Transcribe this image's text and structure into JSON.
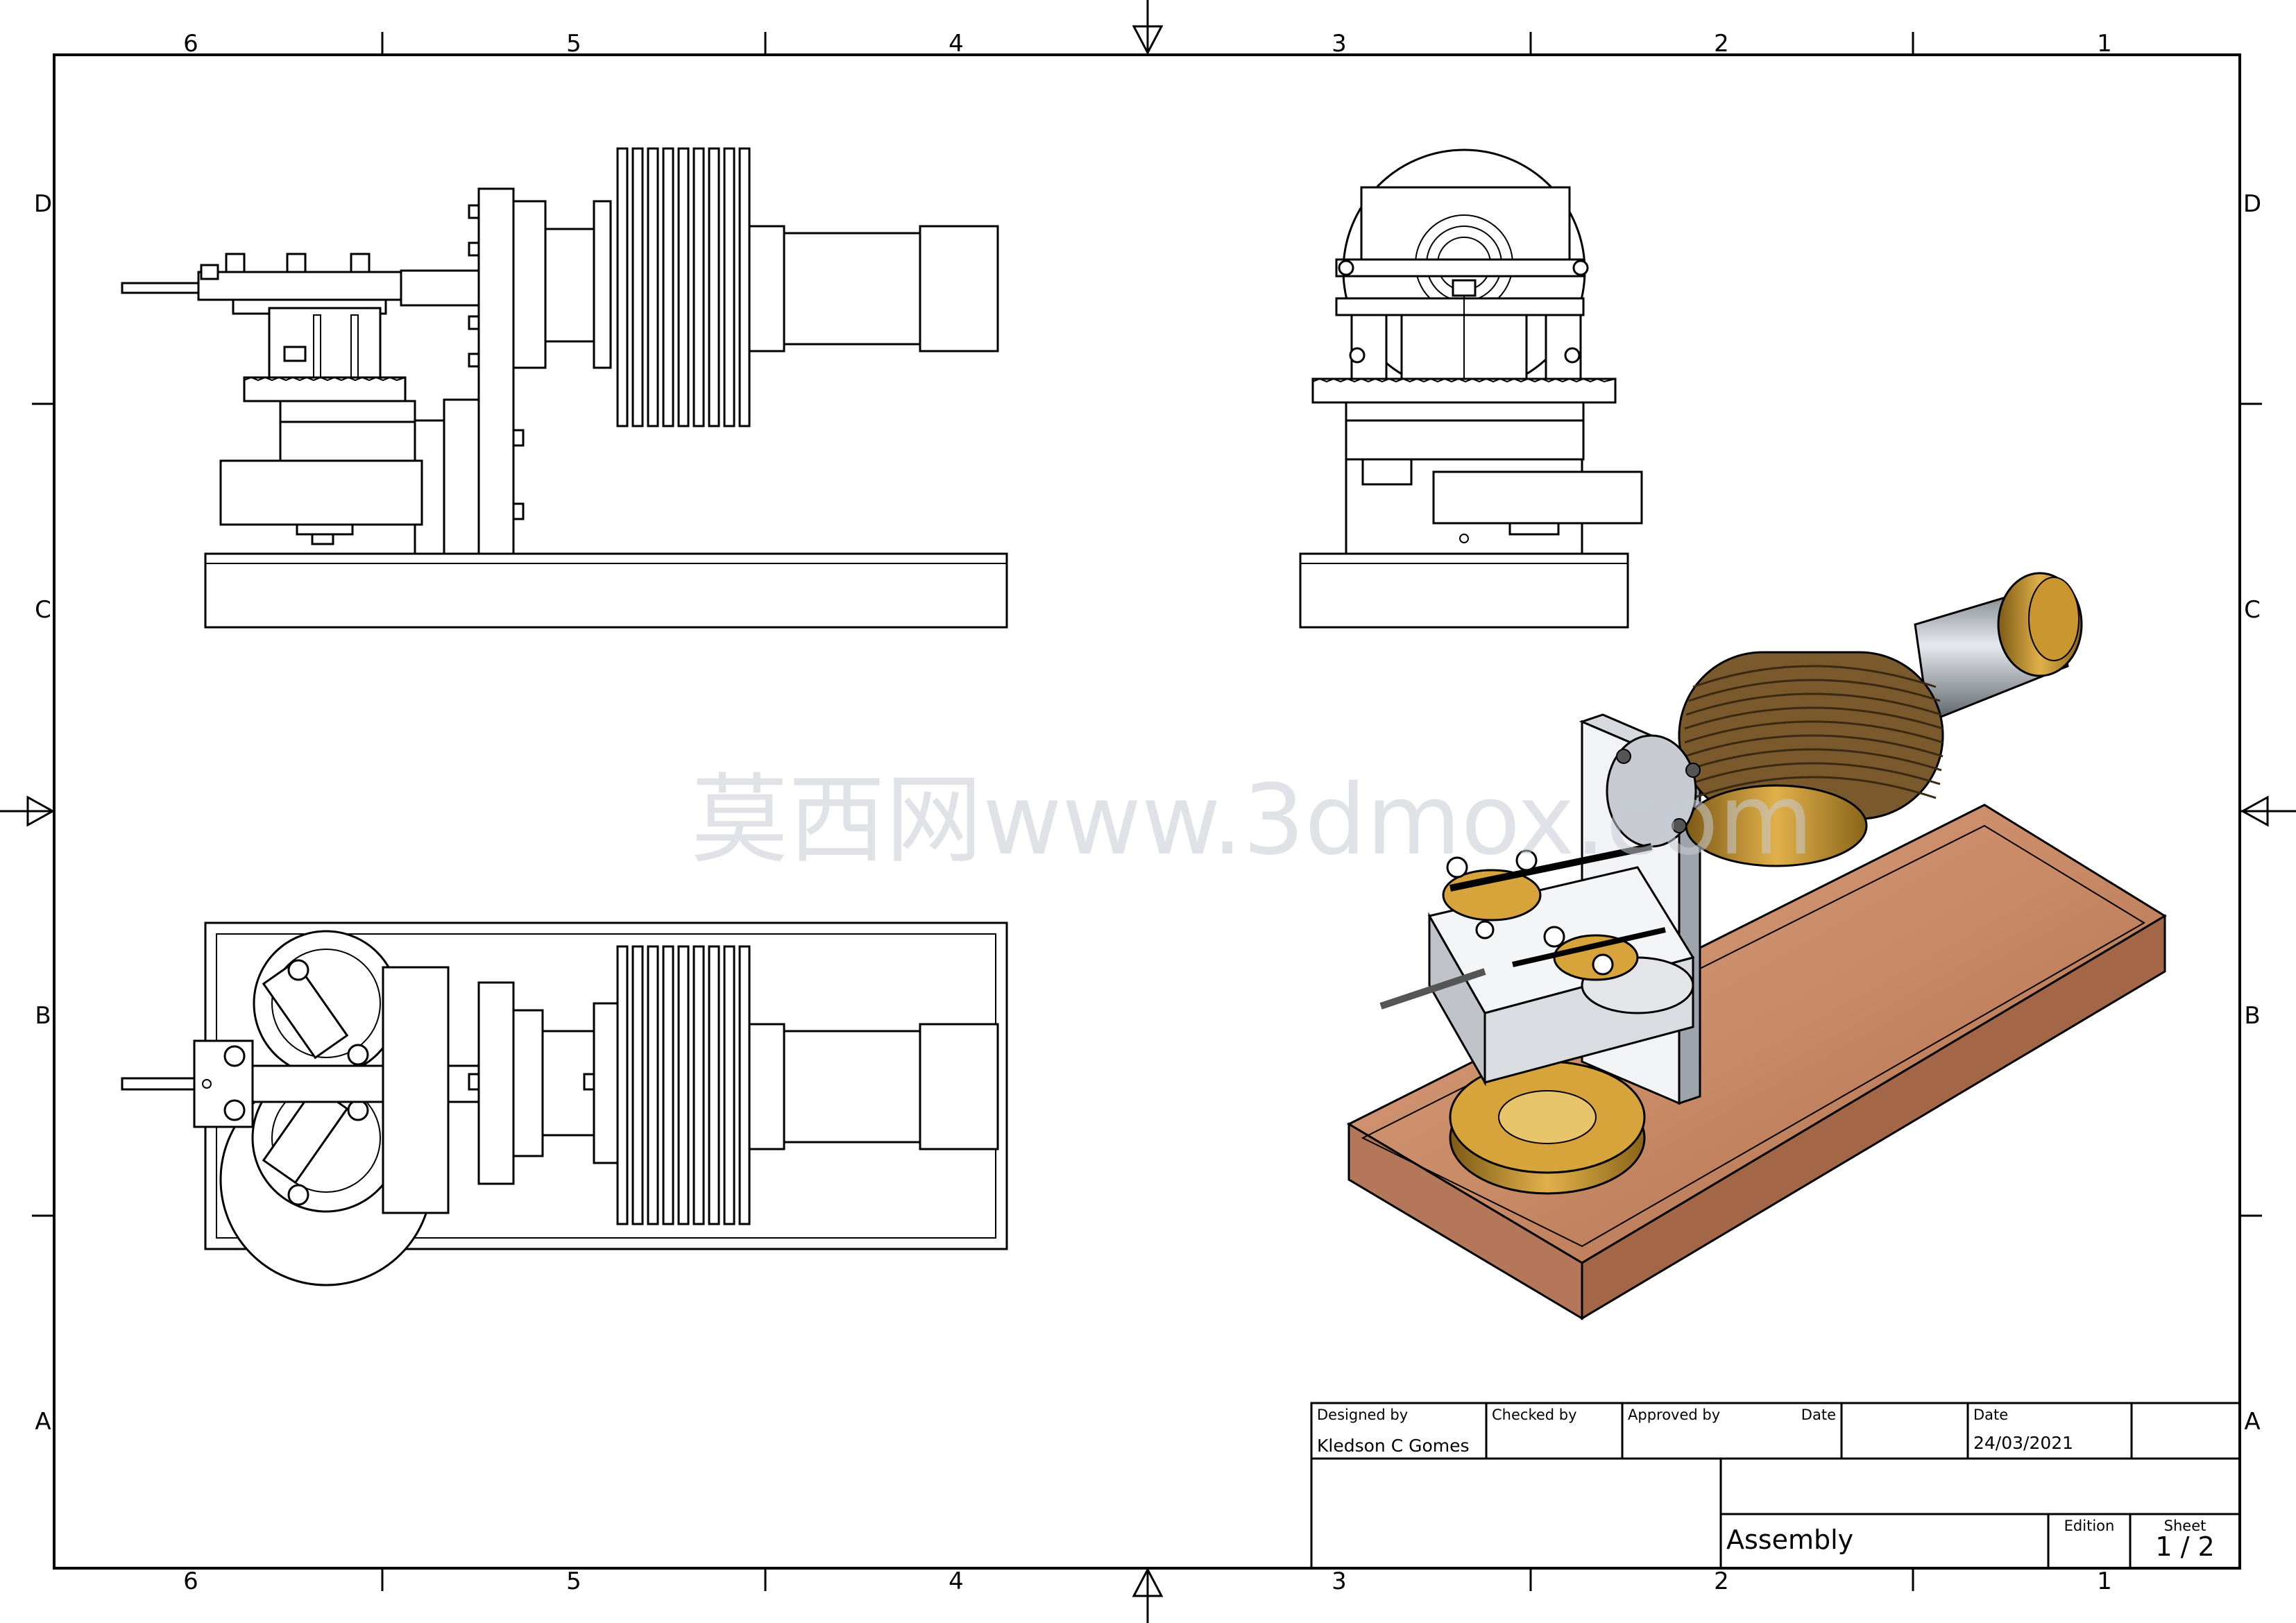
{
  "sheet": {
    "zones_horizontal": [
      "6",
      "5",
      "4",
      "3",
      "2",
      "1"
    ],
    "zones_vertical": [
      "D",
      "C",
      "B",
      "A"
    ]
  },
  "watermark": "莫西网www.3dmox.com",
  "title_block": {
    "designed_by_label": "Designed by",
    "designed_by_value": "Kledson C Gomes",
    "checked_by_label": "Checked by",
    "approved_by_label": "Approved by",
    "date_label_1": "Date",
    "date_label_2": "Date",
    "date_value": "24/03/2021",
    "title": "Assembly",
    "edition_label": "Edition",
    "sheet_label": "Sheet",
    "sheet_value": "1 / 2"
  },
  "colors": {
    "line": "#000000",
    "brass": "#b8862a",
    "steel": "#9aa0a8",
    "wood": "#c98a66",
    "fins": "#7a5a2c"
  }
}
